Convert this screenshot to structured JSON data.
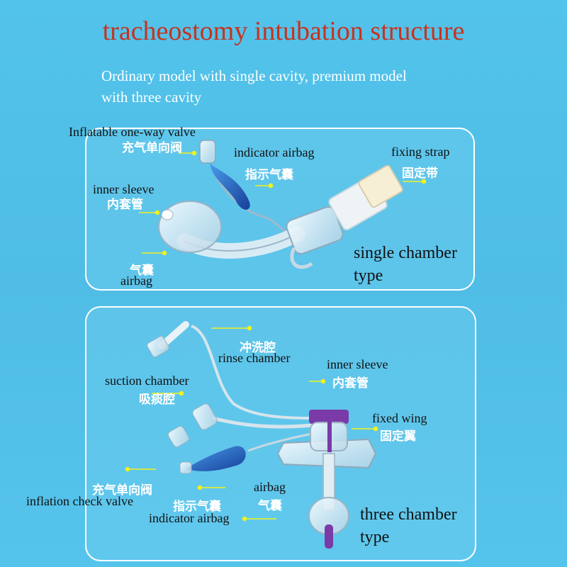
{
  "title": "tracheostomy intubation structure",
  "subtitle_line1": "Ordinary model with single cavity, premium model",
  "subtitle_line2": "with three cavity",
  "single": {
    "inflatable_valve_en": "Inflatable one-way valve",
    "inflatable_valve_zh": "充气单向阀",
    "indicator_airbag_en": "indicator airbag",
    "indicator_airbag_zh": "指示气囊",
    "fixing_strap_en": "fixing strap",
    "fixing_strap_zh": "固定带",
    "inner_sleeve_en": "inner sleeve",
    "inner_sleeve_zh": "内套管",
    "airbag_zh": "气囊",
    "airbag_en": "airbag",
    "type_line1": "single chamber",
    "type_line2": "type"
  },
  "three": {
    "rinse_zh": "冲洗腔",
    "rinse_en": "rinse chamber",
    "inner_sleeve_en": "inner sleeve",
    "inner_sleeve_zh": "内套管",
    "suction_en": "suction chamber",
    "suction_zh": "吸痰腔",
    "fixed_wing_en": "fixed wing",
    "fixed_wing_zh": "固定翼",
    "check_valve_zh": "充气单向阀",
    "check_valve_en": "inflation check valve",
    "indicator_zh": "指示气囊",
    "indicator_en": "indicator airbag",
    "airbag_en": "airbag",
    "airbag_zh": "气囊",
    "type_line1": "three chamber",
    "type_line2": "type"
  },
  "colors": {
    "background": "#52c3ea",
    "title": "#c8321e",
    "leader_dot": "#f2f21a",
    "indicator_blue": "#1a5fc8",
    "purple_hub": "#7a3aa8"
  }
}
